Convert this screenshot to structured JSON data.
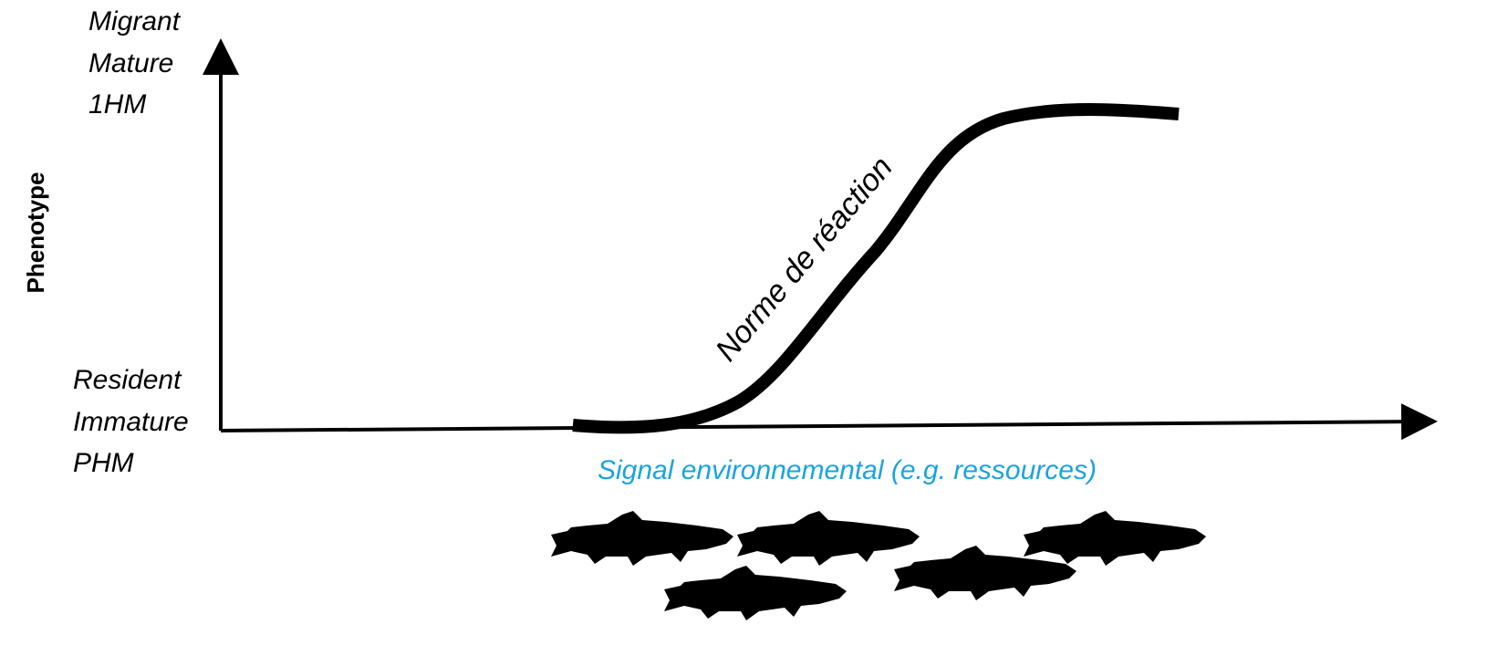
{
  "diagram": {
    "y_axis_title": "Phenotype",
    "top_labels": [
      "Migrant",
      "Mature",
      "1HM"
    ],
    "bottom_labels": [
      "Resident",
      "Immature",
      "PHM"
    ],
    "curve_label": "Norme de réaction",
    "x_axis_label": "Signal environnemental (e.g. ressources)"
  },
  "colors": {
    "axis": "#000000",
    "curve": "#000000",
    "signal_text": "#1aa3e0",
    "fish": "#000000"
  },
  "icons": {
    "fish": "fish-silhouette-icon"
  }
}
